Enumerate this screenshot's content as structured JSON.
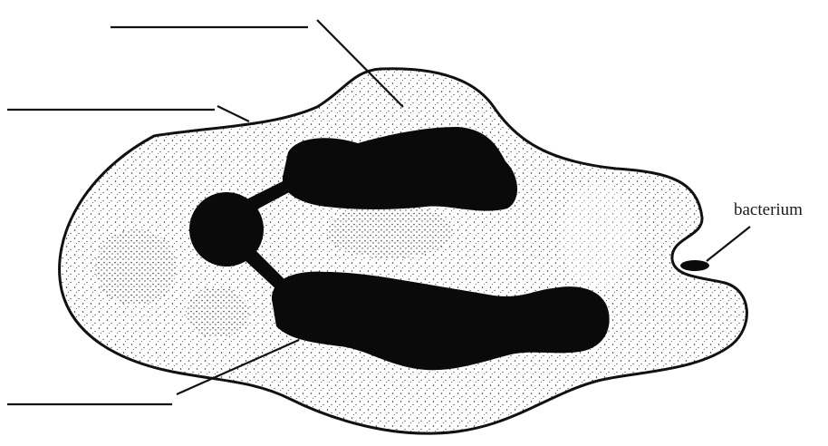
{
  "diagram": {
    "labels": {
      "bacterium": "bacterium"
    },
    "answer_blanks": [
      {
        "id": "blank-top",
        "text": ""
      },
      {
        "id": "blank-middle-left",
        "text": ""
      },
      {
        "id": "blank-bottom-left",
        "text": ""
      }
    ],
    "colors": {
      "outline": "#111111",
      "nucleus": "#0a0a0a",
      "stipple": "#2a2a2a"
    }
  }
}
